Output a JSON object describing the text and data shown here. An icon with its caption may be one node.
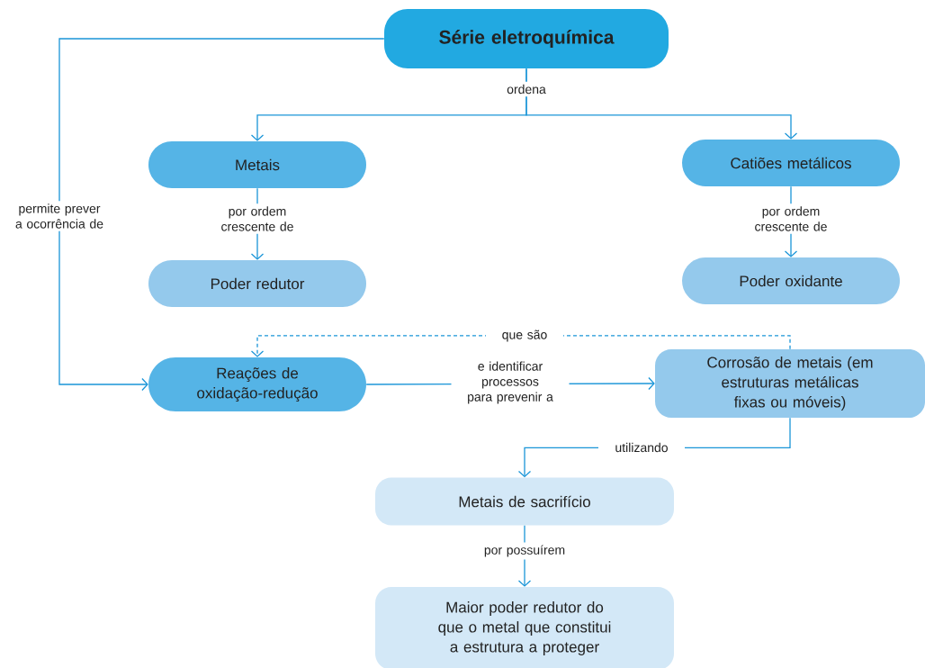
{
  "diagram": {
    "nodes": [
      {
        "text": [
          "Série eletroquímica"
        ]
      },
      {
        "text": [
          "Metais"
        ]
      },
      {
        "text": [
          "Catiões metálicos"
        ]
      },
      {
        "text": [
          "Poder redutor"
        ]
      },
      {
        "text": [
          "Poder oxidante"
        ]
      },
      {
        "text": [
          "Reações de oxidação-redução"
        ]
      },
      {
        "text": [
          "Corrosão de metais (em estruturas metálicas fixas ou móveis)"
        ]
      },
      {
        "text": [
          "Metais de sacrifício"
        ]
      },
      {
        "text": [
          "Maior poder redutor do que o metal que constitui a estrutura a proteger"
        ]
      }
    ],
    "edges": [
      {
        "from": 0,
        "to": 1,
        "arrow": "to",
        "label": "ordena"
      },
      {
        "from": 0,
        "to": 2,
        "arrow": "to"
      },
      {
        "from": 0,
        "to": 5,
        "arrow": "to",
        "label": "permite prever a ocorrência de"
      },
      {
        "from": 1,
        "to": 3,
        "arrow": "to",
        "label": "por ordem crescente de"
      },
      {
        "from": 2,
        "to": 4,
        "arrow": "to",
        "label": "por ordem crescente de"
      },
      {
        "from": 6,
        "to": 5,
        "arrow": "to",
        "label": "que são",
        "style": "dashed"
      },
      {
        "from": 5,
        "to": 6,
        "arrow": "to",
        "label": "e identificar processos para prevenir a"
      },
      {
        "from": 6,
        "to": 7,
        "arrow": "to",
        "label": "utilizando"
      },
      {
        "from": 7,
        "to": 8,
        "arrow": "to",
        "label": "por possuírem"
      }
    ]
  }
}
